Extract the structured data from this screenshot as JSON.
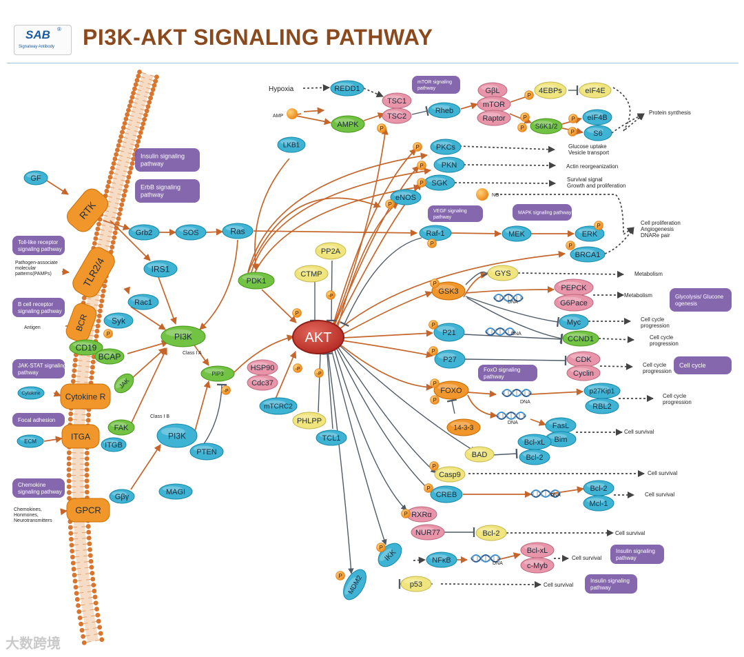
{
  "header": {
    "logo": {
      "mark": "SAB",
      "reg": "®",
      "subtitle": "Signalway Antibody"
    },
    "title": "PI3K-AKT SIGNALING PATHWAY"
  },
  "watermark": "大数跨境",
  "colors": {
    "blue": "#3fb3d3",
    "orange": "#f0962a",
    "green": "#72c244",
    "pink": "#e895aa",
    "yellow": "#f0e47c",
    "purple": "#7b5aa6",
    "arrow_orange": "#c5652a",
    "arrow_gray": "#4f5a66",
    "akt_red": "#c8352c",
    "membrane": "#d8752f"
  },
  "nodes": [
    {
      "id": "gf",
      "label": "GF",
      "color": "blue"
    },
    {
      "id": "rtk",
      "label": "RTK",
      "color": "orange"
    },
    {
      "id": "tlr",
      "label": "TLR2/4",
      "color": "orange"
    },
    {
      "id": "bcr",
      "label": "BCR",
      "color": "orange"
    },
    {
      "id": "syk",
      "label": "Syk",
      "color": "blue"
    },
    {
      "id": "cd19",
      "label": "CD19",
      "color": "green"
    },
    {
      "id": "bcap",
      "label": "BCAP",
      "color": "green"
    },
    {
      "id": "cytokine",
      "label": "Cytokine",
      "color": "blue"
    },
    {
      "id": "cytokiner",
      "label": "Cytokine R",
      "color": "orange"
    },
    {
      "id": "jak",
      "label": "JAK",
      "color": "green"
    },
    {
      "id": "ecm",
      "label": "ECM",
      "color": "blue"
    },
    {
      "id": "itga",
      "label": "ITGA",
      "color": "orange"
    },
    {
      "id": "fak",
      "label": "FAK",
      "color": "green"
    },
    {
      "id": "itgb",
      "label": "ITGB",
      "color": "blue"
    },
    {
      "id": "gpcr",
      "label": "GPCR",
      "color": "orange"
    },
    {
      "id": "gby",
      "label": "Gβγ",
      "color": "blue"
    },
    {
      "id": "grb2",
      "label": "Grb2",
      "color": "blue"
    },
    {
      "id": "sos",
      "label": "SOS",
      "color": "blue"
    },
    {
      "id": "ras",
      "label": "Ras",
      "color": "blue"
    },
    {
      "id": "irs1",
      "label": "IRS1",
      "color": "blue"
    },
    {
      "id": "rac1",
      "label": "Rac1",
      "color": "blue"
    },
    {
      "id": "pi3ka",
      "label": "PI3K",
      "color": "green"
    },
    {
      "id": "pip3",
      "label": "PIP3",
      "color": "green"
    },
    {
      "id": "pi3kb",
      "label": "PI3K",
      "color": "blue"
    },
    {
      "id": "pten",
      "label": "PTEN",
      "color": "blue"
    },
    {
      "id": "magi",
      "label": "MAGI",
      "color": "blue"
    },
    {
      "id": "pdk1",
      "label": "PDK1",
      "color": "green"
    },
    {
      "id": "ctmp",
      "label": "CTMP",
      "color": "yellow"
    },
    {
      "id": "pp2a",
      "label": "PP2A",
      "color": "yellow"
    },
    {
      "id": "akt",
      "label": "AKT",
      "color": "akt_red"
    },
    {
      "id": "hsp90",
      "label": "HSP90",
      "color": "pink"
    },
    {
      "id": "cdc37",
      "label": "Cdc37",
      "color": "pink"
    },
    {
      "id": "mtcrc2",
      "label": "mTCRC2",
      "color": "blue"
    },
    {
      "id": "phlpp",
      "label": "PHLPP",
      "color": "yellow"
    },
    {
      "id": "tcl1",
      "label": "TCL1",
      "color": "blue"
    },
    {
      "id": "redd1",
      "label": "REDD1",
      "color": "blue"
    },
    {
      "id": "tsc1",
      "label": "TSC1",
      "color": "pink"
    },
    {
      "id": "tsc2",
      "label": "TSC2",
      "color": "pink"
    },
    {
      "id": "ampk",
      "label": "AMPK",
      "color": "green"
    },
    {
      "id": "lkb1",
      "label": "LKB1",
      "color": "blue"
    },
    {
      "id": "rheb",
      "label": "Rheb",
      "color": "blue"
    },
    {
      "id": "gbl",
      "label": "GβL",
      "color": "pink"
    },
    {
      "id": "mtor",
      "label": "mTOR",
      "color": "pink"
    },
    {
      "id": "raptor",
      "label": "Raptor",
      "color": "pink"
    },
    {
      "id": "ebps",
      "label": "4EBPs",
      "color": "yellow"
    },
    {
      "id": "eif4e",
      "label": "eIF4E",
      "color": "yellow"
    },
    {
      "id": "s6k",
      "label": "S6K1/2",
      "color": "green"
    },
    {
      "id": "eif4b",
      "label": "eIF4B",
      "color": "blue"
    },
    {
      "id": "s6",
      "label": "S6",
      "color": "blue"
    },
    {
      "id": "pkcs",
      "label": "PKCs",
      "color": "blue"
    },
    {
      "id": "pkn",
      "label": "PKN",
      "color": "blue"
    },
    {
      "id": "sgk",
      "label": "SGK",
      "color": "blue"
    },
    {
      "id": "enos",
      "label": "eNOS",
      "color": "blue"
    },
    {
      "id": "raf1",
      "label": "Raf-1",
      "color": "blue"
    },
    {
      "id": "mek",
      "label": "MEK",
      "color": "blue"
    },
    {
      "id": "erk",
      "label": "ERK",
      "color": "blue"
    },
    {
      "id": "brca1",
      "label": "BRCA1",
      "color": "blue"
    },
    {
      "id": "gsk3",
      "label": "GSK3",
      "color": "orange"
    },
    {
      "id": "gys",
      "label": "GYS",
      "color": "yellow"
    },
    {
      "id": "pepck",
      "label": "PEPCK",
      "color": "pink"
    },
    {
      "id": "g6pace",
      "label": "G6Pace",
      "color": "pink"
    },
    {
      "id": "myc",
      "label": "Myc",
      "color": "blue"
    },
    {
      "id": "ccnd1",
      "label": "CCND1",
      "color": "green"
    },
    {
      "id": "p21",
      "label": "P21",
      "color": "blue"
    },
    {
      "id": "p27",
      "label": "P27",
      "color": "blue"
    },
    {
      "id": "cdk",
      "label": "CDK",
      "color": "pink"
    },
    {
      "id": "cyclin",
      "label": "Cyclin",
      "color": "pink"
    },
    {
      "id": "foxo",
      "label": "FOXO",
      "color": "orange"
    },
    {
      "id": "p27kip1",
      "label": "p27Kip1",
      "color": "blue"
    },
    {
      "id": "rbl2",
      "label": "RBL2",
      "color": "blue"
    },
    {
      "id": "fasl",
      "label": "FasL",
      "color": "blue"
    },
    {
      "id": "bim",
      "label": "Bim",
      "color": "blue"
    },
    {
      "id": "p1433",
      "label": "14-3-3",
      "color": "orange"
    },
    {
      "id": "bad",
      "label": "BAD",
      "color": "yellow"
    },
    {
      "id": "bclxl1",
      "label": "Bcl-xL",
      "color": "blue"
    },
    {
      "id": "bcl2a",
      "label": "Bcl-2",
      "color": "blue"
    },
    {
      "id": "casp9",
      "label": "Casp9",
      "color": "yellow"
    },
    {
      "id": "creb",
      "label": "CREB",
      "color": "blue"
    },
    {
      "id": "bcl2b",
      "label": "Bcl-2",
      "color": "blue"
    },
    {
      "id": "mcl1",
      "label": "Mcl-1",
      "color": "blue"
    },
    {
      "id": "rxra",
      "label": "RXRα",
      "color": "pink"
    },
    {
      "id": "nur77",
      "label": "NUR77",
      "color": "pink"
    },
    {
      "id": "bcl2c",
      "label": "Bcl-2",
      "color": "yellow"
    },
    {
      "id": "ikk",
      "label": "IKK",
      "color": "blue"
    },
    {
      "id": "nfkb",
      "label": "NFκB",
      "color": "blue"
    },
    {
      "id": "bclxl2",
      "label": "Bcl-xL",
      "color": "pink"
    },
    {
      "id": "cmyb",
      "label": "c-Myb",
      "color": "pink"
    },
    {
      "id": "mdm2",
      "label": "MDM2",
      "color": "blue"
    },
    {
      "id": "p53",
      "label": "p53",
      "color": "yellow"
    }
  ],
  "pathway_boxes": [
    {
      "id": "insulin1",
      "label": "Insulin signaling pathway"
    },
    {
      "id": "erbb",
      "label": "ErbB signaling pathway"
    },
    {
      "id": "tolllike",
      "label": "Toll-like receptor signaling pathway"
    },
    {
      "id": "bcell",
      "label": "B cell receptor signaling pathway"
    },
    {
      "id": "jakstat",
      "label": "JAK-STAT signaling pathway"
    },
    {
      "id": "focal",
      "label": "Focal adhesion"
    },
    {
      "id": "chemokine",
      "label": "Chemokine signaling pathway"
    },
    {
      "id": "mtorpw",
      "label": "mTOR signaling pathway"
    },
    {
      "id": "vegf",
      "label": "VEGF signaling pathway"
    },
    {
      "id": "mapk",
      "label": "MAPK signaling pathway"
    },
    {
      "id": "glyco",
      "label": "Glycolysis/ Glucone ogenesis"
    },
    {
      "id": "cellcycle",
      "label": "Cell cycle"
    },
    {
      "id": "foxopw",
      "label": "FoxO signaling pathway"
    },
    {
      "id": "insulin2",
      "label": "Insulin signaling pathway"
    },
    {
      "id": "insulin3",
      "label": "Insulin signaling pathway"
    }
  ],
  "annotations": [
    {
      "id": "hypoxia",
      "text": "Hypoxia"
    },
    {
      "id": "amp",
      "text": "AMP"
    },
    {
      "id": "no",
      "text": "NO"
    },
    {
      "id": "protein_synthesis",
      "text": "Protein synthesis"
    },
    {
      "id": "glucose",
      "text": "Glucose uptake Vesicle transport"
    },
    {
      "id": "actin",
      "text": "Actin reorgeanization"
    },
    {
      "id": "survival_signal",
      "text": "Survival signal Growth and proliferation"
    },
    {
      "id": "proliferation",
      "text": "Cell proliferation Angiogenesis DNARe pair"
    },
    {
      "id": "metabolism1",
      "text": "Metabolism"
    },
    {
      "id": "metabolism2",
      "text": "Metabolism"
    },
    {
      "id": "cc_prog1",
      "text": "Cell cycle progression"
    },
    {
      "id": "cc_prog2",
      "text": "Cell cycle progression"
    },
    {
      "id": "cc_prog3",
      "text": "Cell cycle progression"
    },
    {
      "id": "cc_prog4",
      "text": "Cell cycle progression"
    },
    {
      "id": "cs1",
      "text": "Cell survival"
    },
    {
      "id": "cs2",
      "text": "Cell survival"
    },
    {
      "id": "cs3",
      "text": "Cell survival"
    },
    {
      "id": "cs4",
      "text": "Cell survival"
    },
    {
      "id": "cs5",
      "text": "Cell survival"
    },
    {
      "id": "cs6",
      "text": "Cell survival"
    },
    {
      "id": "pamps",
      "text": "Pathogen-associate molecular patterns(PAMPs)"
    },
    {
      "id": "antigen",
      "text": "Antigen"
    },
    {
      "id": "chemokines",
      "text": "Chemokines, Honmones, Neurotransmitters"
    },
    {
      "id": "classia",
      "text": "Class I A"
    },
    {
      "id": "classib",
      "text": "Class I B"
    },
    {
      "id": "dna",
      "text": "DNA"
    },
    {
      "id": "p",
      "text": "P"
    },
    {
      "id": "minus_p",
      "text": "-P"
    }
  ]
}
